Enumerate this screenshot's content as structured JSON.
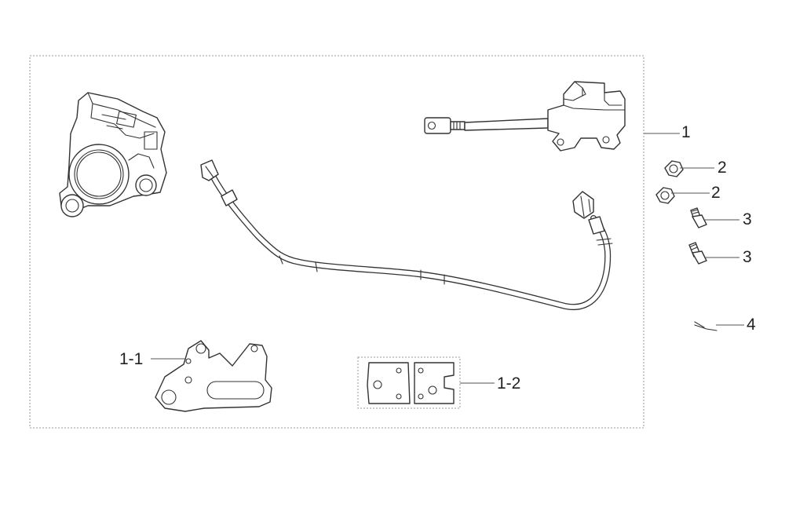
{
  "callouts": {
    "c1": "1",
    "c2a": "2",
    "c2b": "2",
    "c3a": "3",
    "c3b": "3",
    "c4": "4",
    "c1_1": "1-1",
    "c1_2": "1-2"
  },
  "colors": {
    "line": "#333333",
    "frame": "#999999",
    "background": "#ffffff"
  }
}
